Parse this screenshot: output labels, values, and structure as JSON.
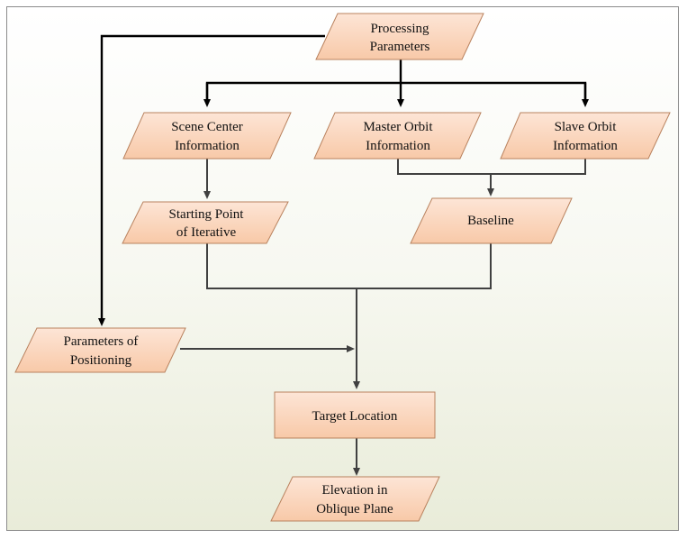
{
  "nodes": {
    "processing_parameters": [
      "Processing",
      "Parameters"
    ],
    "scene_center_information": [
      "Scene Center",
      "Information"
    ],
    "master_orbit_information": [
      "Master Orbit",
      "Information"
    ],
    "slave_orbit_information": [
      "Slave Orbit",
      "Information"
    ],
    "starting_point_of_iterative": [
      "Starting Point",
      "of Iterative"
    ],
    "baseline": [
      "Baseline"
    ],
    "parameters_of_positioning": [
      "Parameters of",
      "Positioning"
    ],
    "target_location": [
      "Target Location"
    ],
    "elevation_in_oblique_plane": [
      "Elevation in",
      "Oblique Plane"
    ]
  },
  "colors": {
    "node_fill_top": "#fde5d6",
    "node_fill_bottom": "#f8c9a8",
    "node_stroke": "#b9825e",
    "edge": "#404040",
    "edge_bold": "#000000"
  }
}
